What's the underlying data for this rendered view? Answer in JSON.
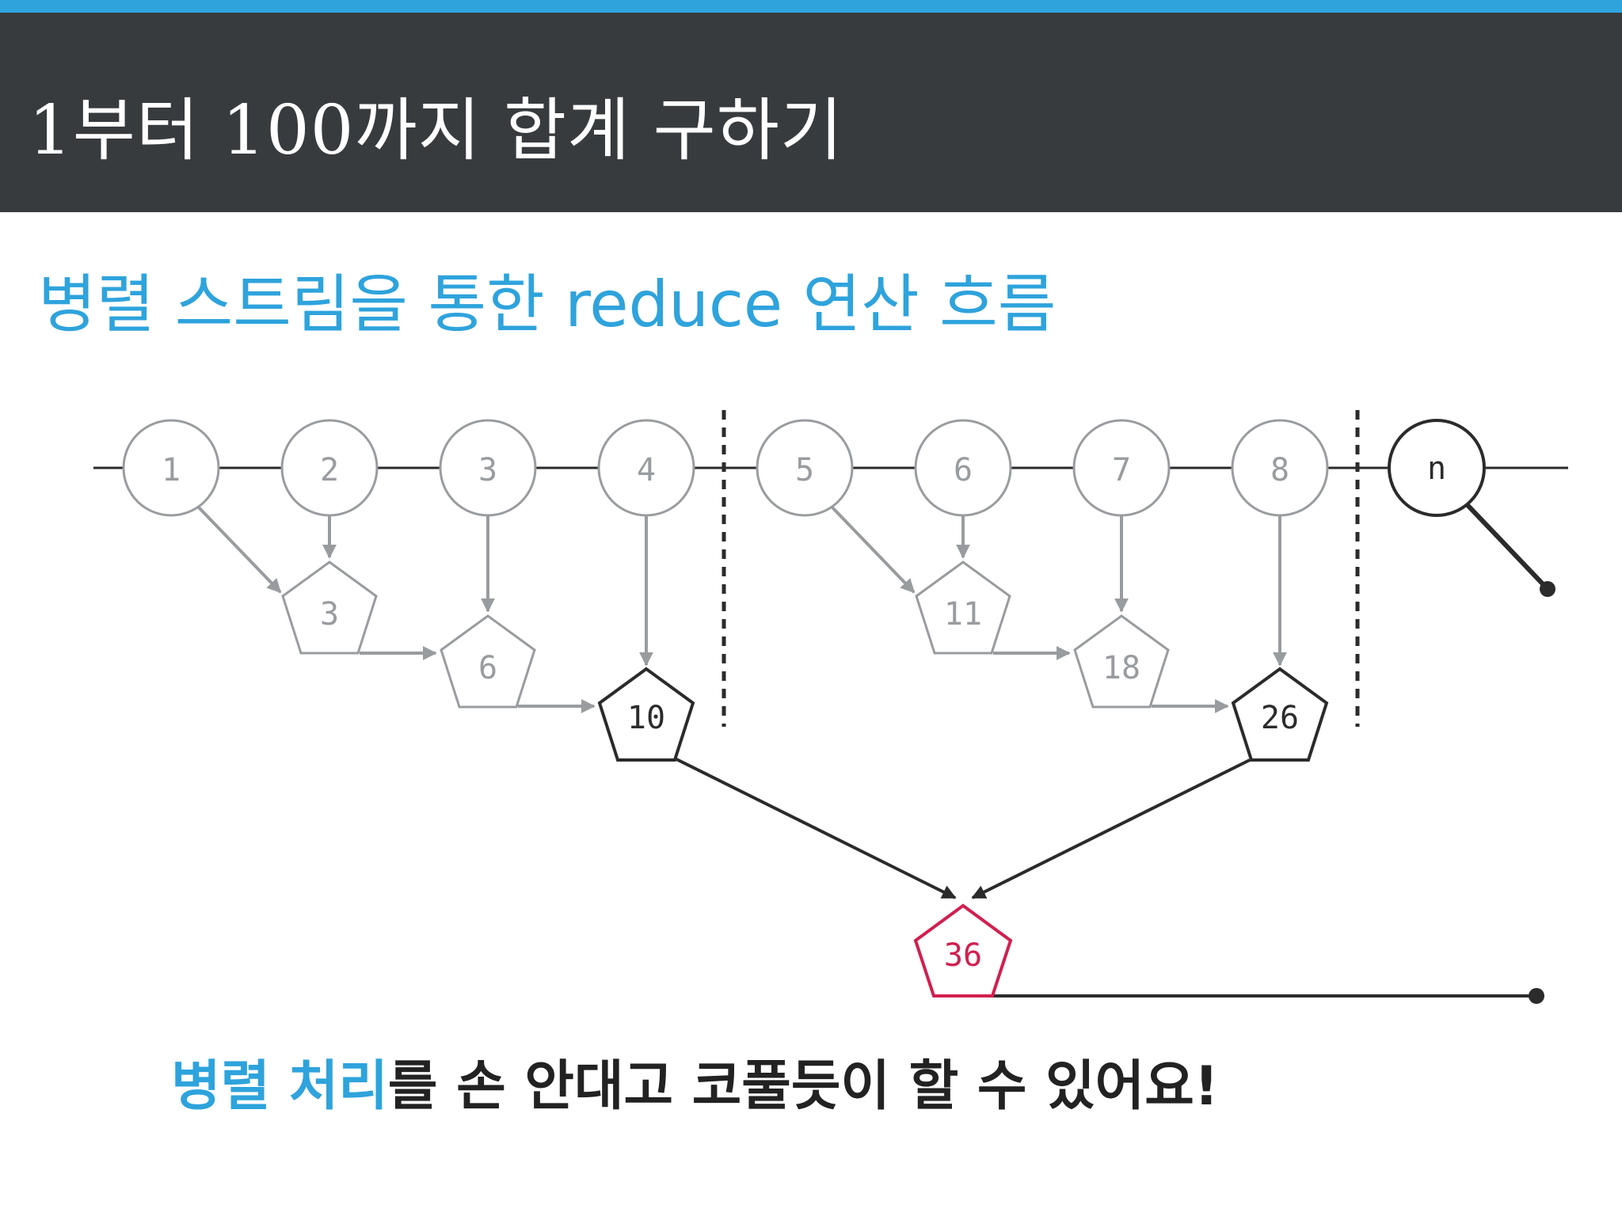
{
  "header": {
    "title": "1부터 100까지 합계 구하기"
  },
  "subtitle": "병렬 스트림을 통한 reduce 연산 흐름",
  "tagline": {
    "highlight": "병렬 처리",
    "rest": "를 손 안대고 코풀듯이 할 수 있어요!"
  },
  "diagram": {
    "stream_elements": [
      "1",
      "2",
      "3",
      "4",
      "5",
      "6",
      "7",
      "8",
      "n"
    ],
    "partial_sums_group1": [
      "3",
      "6",
      "10"
    ],
    "partial_sums_group2": [
      "11",
      "18",
      "26"
    ],
    "final_result": "36"
  },
  "colors": {
    "accent": "#2ea3dc",
    "header_bg": "#383b3e",
    "inactive": "#999c9f",
    "active": "#2b2b2b",
    "result": "#d11f4f"
  }
}
